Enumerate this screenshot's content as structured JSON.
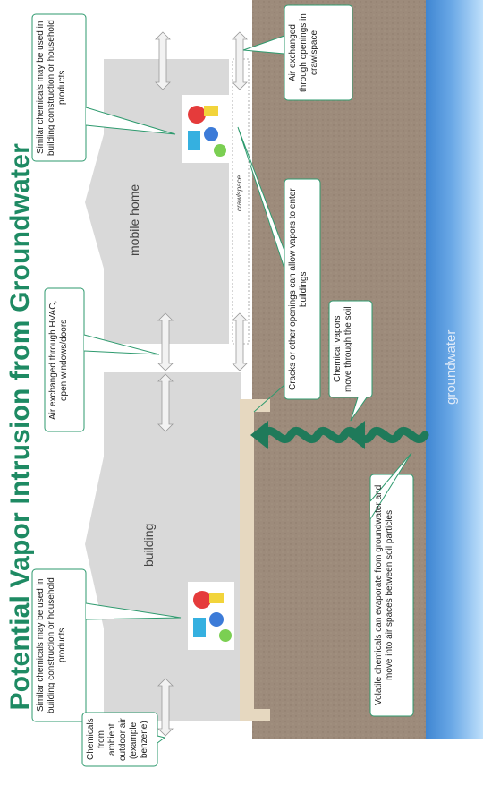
{
  "title": "Potential Vapor Intrusion from Groundwater",
  "labels": {
    "mobile_home": "mobile home",
    "building": "building",
    "groundwater": "groundwater",
    "crawlspace": "crawlspace"
  },
  "callouts": {
    "mobile_chemicals": "Similar chemicals may be used in building construction or household products",
    "building_chemicals": "Similar chemicals may be used in building construction or household products",
    "hvac": "Air exchanged through HVAC, open windows/doors",
    "ambient": "Chemicals from ambient outdoor air (example: benzene)",
    "crawlspace_air": "Air exchanged through openings in crawlspace",
    "cracks": "Cracks or other openings can allow vapors to enter buildings",
    "soil": "Chemical vapors move through the soil",
    "volatile": "Volatile chemicals can evaporate from groundwater and move into air spaces between soil particles"
  },
  "icons": [
    "household-products-icon",
    "double-arrow-icon",
    "vapor-wave-arrow-icon"
  ],
  "colors": {
    "title_green": "#1e8a63",
    "soil_brown": "#9c8a79",
    "groundwater_blue": "#5d9fdf",
    "building_gray": "#d9d9d9",
    "callout_border": "#2e9a6e",
    "vapor_arrow": "#1f7a5a"
  }
}
